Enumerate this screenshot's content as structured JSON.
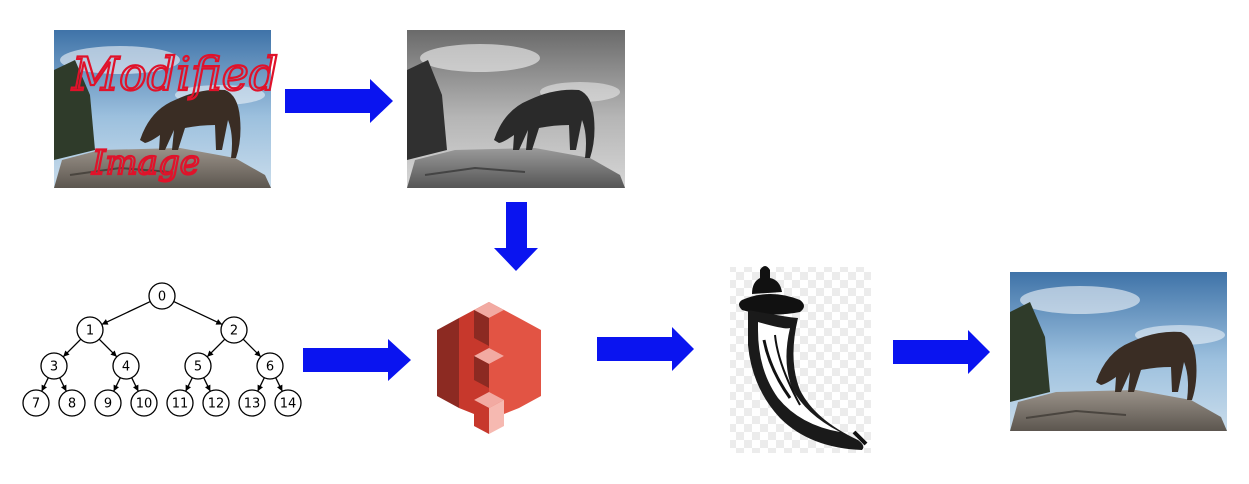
{
  "annotation": {
    "line1": "Modified",
    "line2": "Image"
  },
  "tree": {
    "nodes": [
      "0",
      "1",
      "2",
      "3",
      "4",
      "5",
      "6",
      "7",
      "8",
      "9",
      "10",
      "11",
      "12",
      "13",
      "14"
    ],
    "edges": [
      [
        0,
        1
      ],
      [
        0,
        2
      ],
      [
        1,
        3
      ],
      [
        1,
        4
      ],
      [
        2,
        5
      ],
      [
        2,
        6
      ],
      [
        3,
        7
      ],
      [
        3,
        8
      ],
      [
        4,
        9
      ],
      [
        4,
        10
      ],
      [
        5,
        11
      ],
      [
        5,
        12
      ],
      [
        6,
        13
      ],
      [
        6,
        14
      ]
    ]
  },
  "colors": {
    "arrow": "#0a14f0",
    "s3_light": "#e25444",
    "s3_mid": "#c7382c",
    "s3_dark": "#8c2a22",
    "scribble": "#e0122a"
  },
  "icons": {
    "storage": "s3-bucket-icon",
    "framework": "flask-horn-icon"
  }
}
